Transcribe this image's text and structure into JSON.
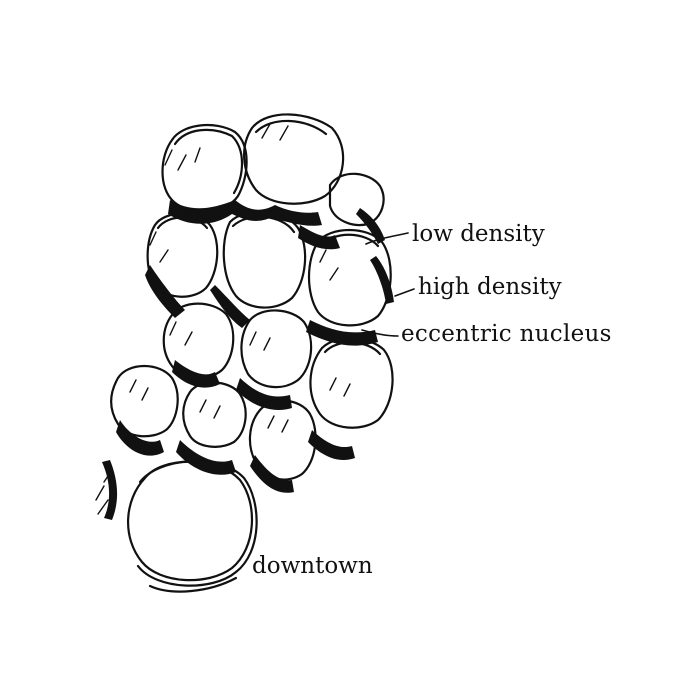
{
  "labels": {
    "low_density": "low density",
    "high_density": "high density",
    "eccentric_nucleus": "eccentric nucleus",
    "downtown": "downtown"
  },
  "colors": {
    "ink": "#111111",
    "background": "#ffffff"
  }
}
